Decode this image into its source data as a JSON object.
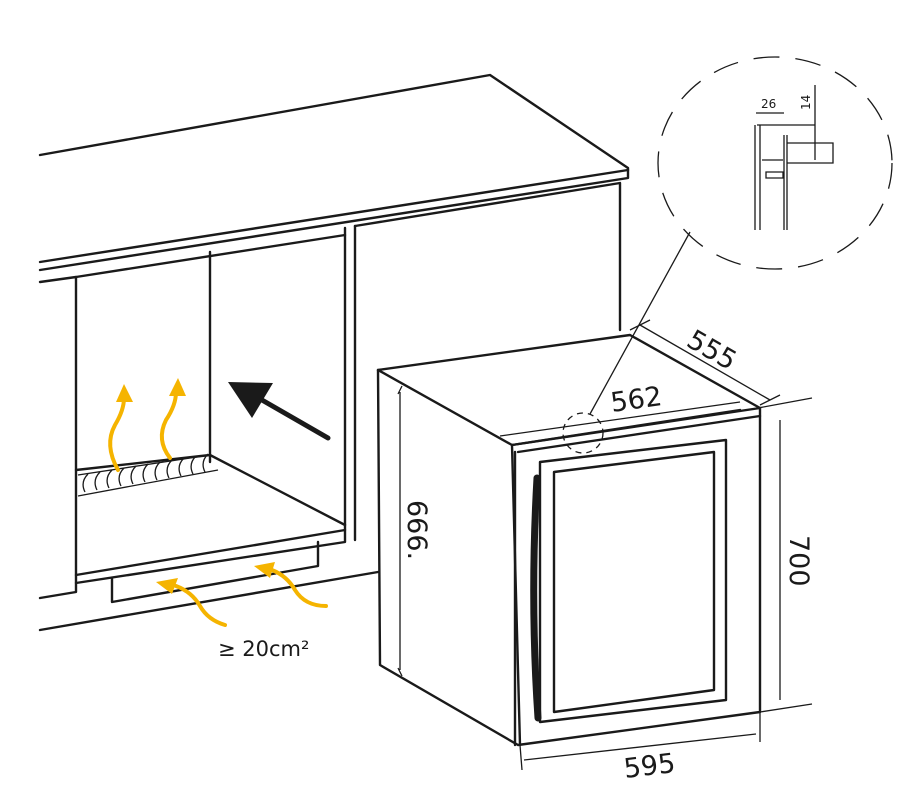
{
  "dimensions": {
    "depth": "555",
    "width_top": "562",
    "inner_height": "666.",
    "height": "700",
    "width": "595"
  },
  "detail": {
    "gap": "26",
    "offset": "14"
  },
  "ventilation": {
    "label": "≥ 20cm²"
  },
  "colors": {
    "airflow": "#f5b400",
    "line": "#1a1a1a"
  }
}
